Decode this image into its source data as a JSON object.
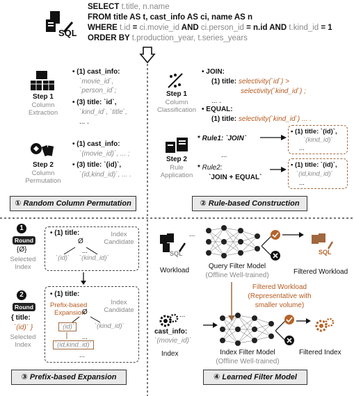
{
  "sql": {
    "l1_kw": "SELECT",
    "l1_rest": "t.title, n.name",
    "l2": "FROM title AS t, cast_info AS ci, name AS n",
    "l3_kw": "WHERE",
    "l3_a": "t.id",
    "l3_b": "= ",
    "l3_c": "ci.movie_id",
    "l3_and1": " AND ",
    "l3_d": "ci.person_id",
    "l3_e": " = n.id AND ",
    "l3_f": "t.kind_id",
    "l3_g": " = 1",
    "l4_kw": "ORDER BY",
    "l4_rest": "t.production_year, t.series_years"
  },
  "p1": {
    "step1": "Step 1",
    "step1_sub1": "Column",
    "step1_sub2": "Extraction",
    "step2": "Step 2",
    "step2_sub1": "Column",
    "step2_sub2": "Permutation",
    "a1": "• (1) cast_info:",
    "a2": "`movie_id`,",
    "a3": "`person_id`;",
    "a4": "• (3) title: `id`,",
    "a5": "`kind_id`, `title`,",
    "a6": "... .",
    "b1": "• (1) cast_info:",
    "b2": "`(movie_id)`, ... ;",
    "b3": "• (3) title: `(id)`,",
    "b4": "`(id,kind_id)`, ... .",
    "caption": "① Random Column Permutation"
  },
  "p2": {
    "step1": "Step 1",
    "step1_sub1": "Column",
    "step1_sub2": "Classification",
    "step2": "Step 2",
    "step2_sub1": "Rule",
    "step2_sub2": "Application",
    "j1": "• JOIN:",
    "j2a": "(1) title: ",
    "j2b": "selectivity(`id`) >",
    "j3": "selectivity(`kind_id`) ;",
    "j4": "... .",
    "e1": "• EQUAL:",
    "e2a": "(1) title: ",
    "e2b": "selectivity(`kind_id`) ... .",
    "r1": "Rule1: `JOIN`",
    "r2a": "Rule2:",
    "r2b": "`JOIN + EQUAL`",
    "ob1a": "• (1) title: `(id)`,",
    "ob1b": "`(kind_id)`",
    "ob1c": "...",
    "ob2a": "• (1) title: `(id)`,",
    "ob2b": "`(id,kind_id)`",
    "ob2c": "...",
    "dots": "...",
    "caption": "② Rule-based Construction"
  },
  "p3": {
    "n1": "1",
    "round": "Round",
    "sel1a": "{Ø}",
    "sel1b": "Selected",
    "sel1c": "Index",
    "t1": "• (1) title:",
    "ic1": "Index",
    "ic2": "Candidate",
    "empty": "Ø",
    "c1": "`(id)`",
    "c2": "`(kind_id)`",
    "dots": "...",
    "n2": "2",
    "sel2a": "{ title:",
    "sel2b": "`(id)` }",
    "sel2c": "Selected",
    "sel2d": "Index",
    "t2": "• (1) title:",
    "pb1": "Prefix-based",
    "pb2": "Expansion",
    "c3": "`(id)`",
    "c4": "`(kind_id)`",
    "c5": "`(id,kind_id)`",
    "caption": "③ Prefix-based Expansion"
  },
  "p4": {
    "workload": "Workload",
    "qfm": "Query Filter Model",
    "qfm_sub": "(Offline Well-trained)",
    "fw": "Filtered Workload",
    "fw_note1": "Filtered Workload",
    "fw_note2": "(Representative with",
    "fw_note3": "smaller volume)",
    "ci1": "cast_info:",
    "ci2": "`(movie_id)`",
    "index": "Index",
    "ifm": "Index Filter Model",
    "ifm_sub": "(Offline Well-trained)",
    "fi": "Filtered Index",
    "dots": "...",
    "sql_tag": "SQL",
    "caption": "④ Learned Filter Model"
  },
  "colors": {
    "accent": "#b55a1f",
    "gray": "#8a8a8a",
    "check": "#b5642a"
  }
}
